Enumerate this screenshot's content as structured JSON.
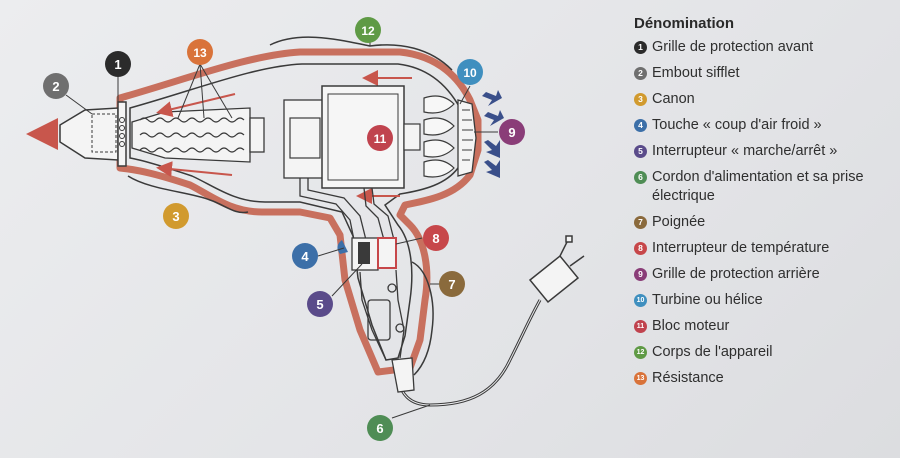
{
  "legend": {
    "title": "Dénomination",
    "items": [
      {
        "num": "1",
        "label": "Grille de protection avant",
        "color": "#2b2b2b"
      },
      {
        "num": "2",
        "label": "Embout sifflet",
        "color": "#6f6f6f"
      },
      {
        "num": "3",
        "label": "Canon",
        "color": "#d19a2e"
      },
      {
        "num": "4",
        "label": "Touche « coup d'air froid »",
        "color": "#3c6fa8"
      },
      {
        "num": "5",
        "label": "Interrupteur « marche/arrêt »",
        "color": "#5a4b8a"
      },
      {
        "num": "6",
        "label": "Cordon d'alimentation et sa prise électrique",
        "color": "#4f8d55"
      },
      {
        "num": "7",
        "label": "Poignée",
        "color": "#8a6a3c"
      },
      {
        "num": "8",
        "label": "Interrupteur de température",
        "color": "#c7474a"
      },
      {
        "num": "9",
        "label": "Grille de protection arrière",
        "color": "#8a3d78"
      },
      {
        "num": "10",
        "label": "Turbine ou hélice",
        "color": "#3f8fbf"
      },
      {
        "num": "11",
        "label": "Bloc moteur",
        "color": "#c0434e"
      },
      {
        "num": "12",
        "label": "Corps de l'appareil",
        "color": "#5f9a45"
      },
      {
        "num": "13",
        "label": "Résistance",
        "color": "#d9733a"
      }
    ]
  },
  "diagram": {
    "colors": {
      "body_outline": "#c8705e",
      "casing_line": "#3a3a3a",
      "airflow_arrow": "#c8564c",
      "intake_arrow": "#3a4f8a"
    }
  }
}
